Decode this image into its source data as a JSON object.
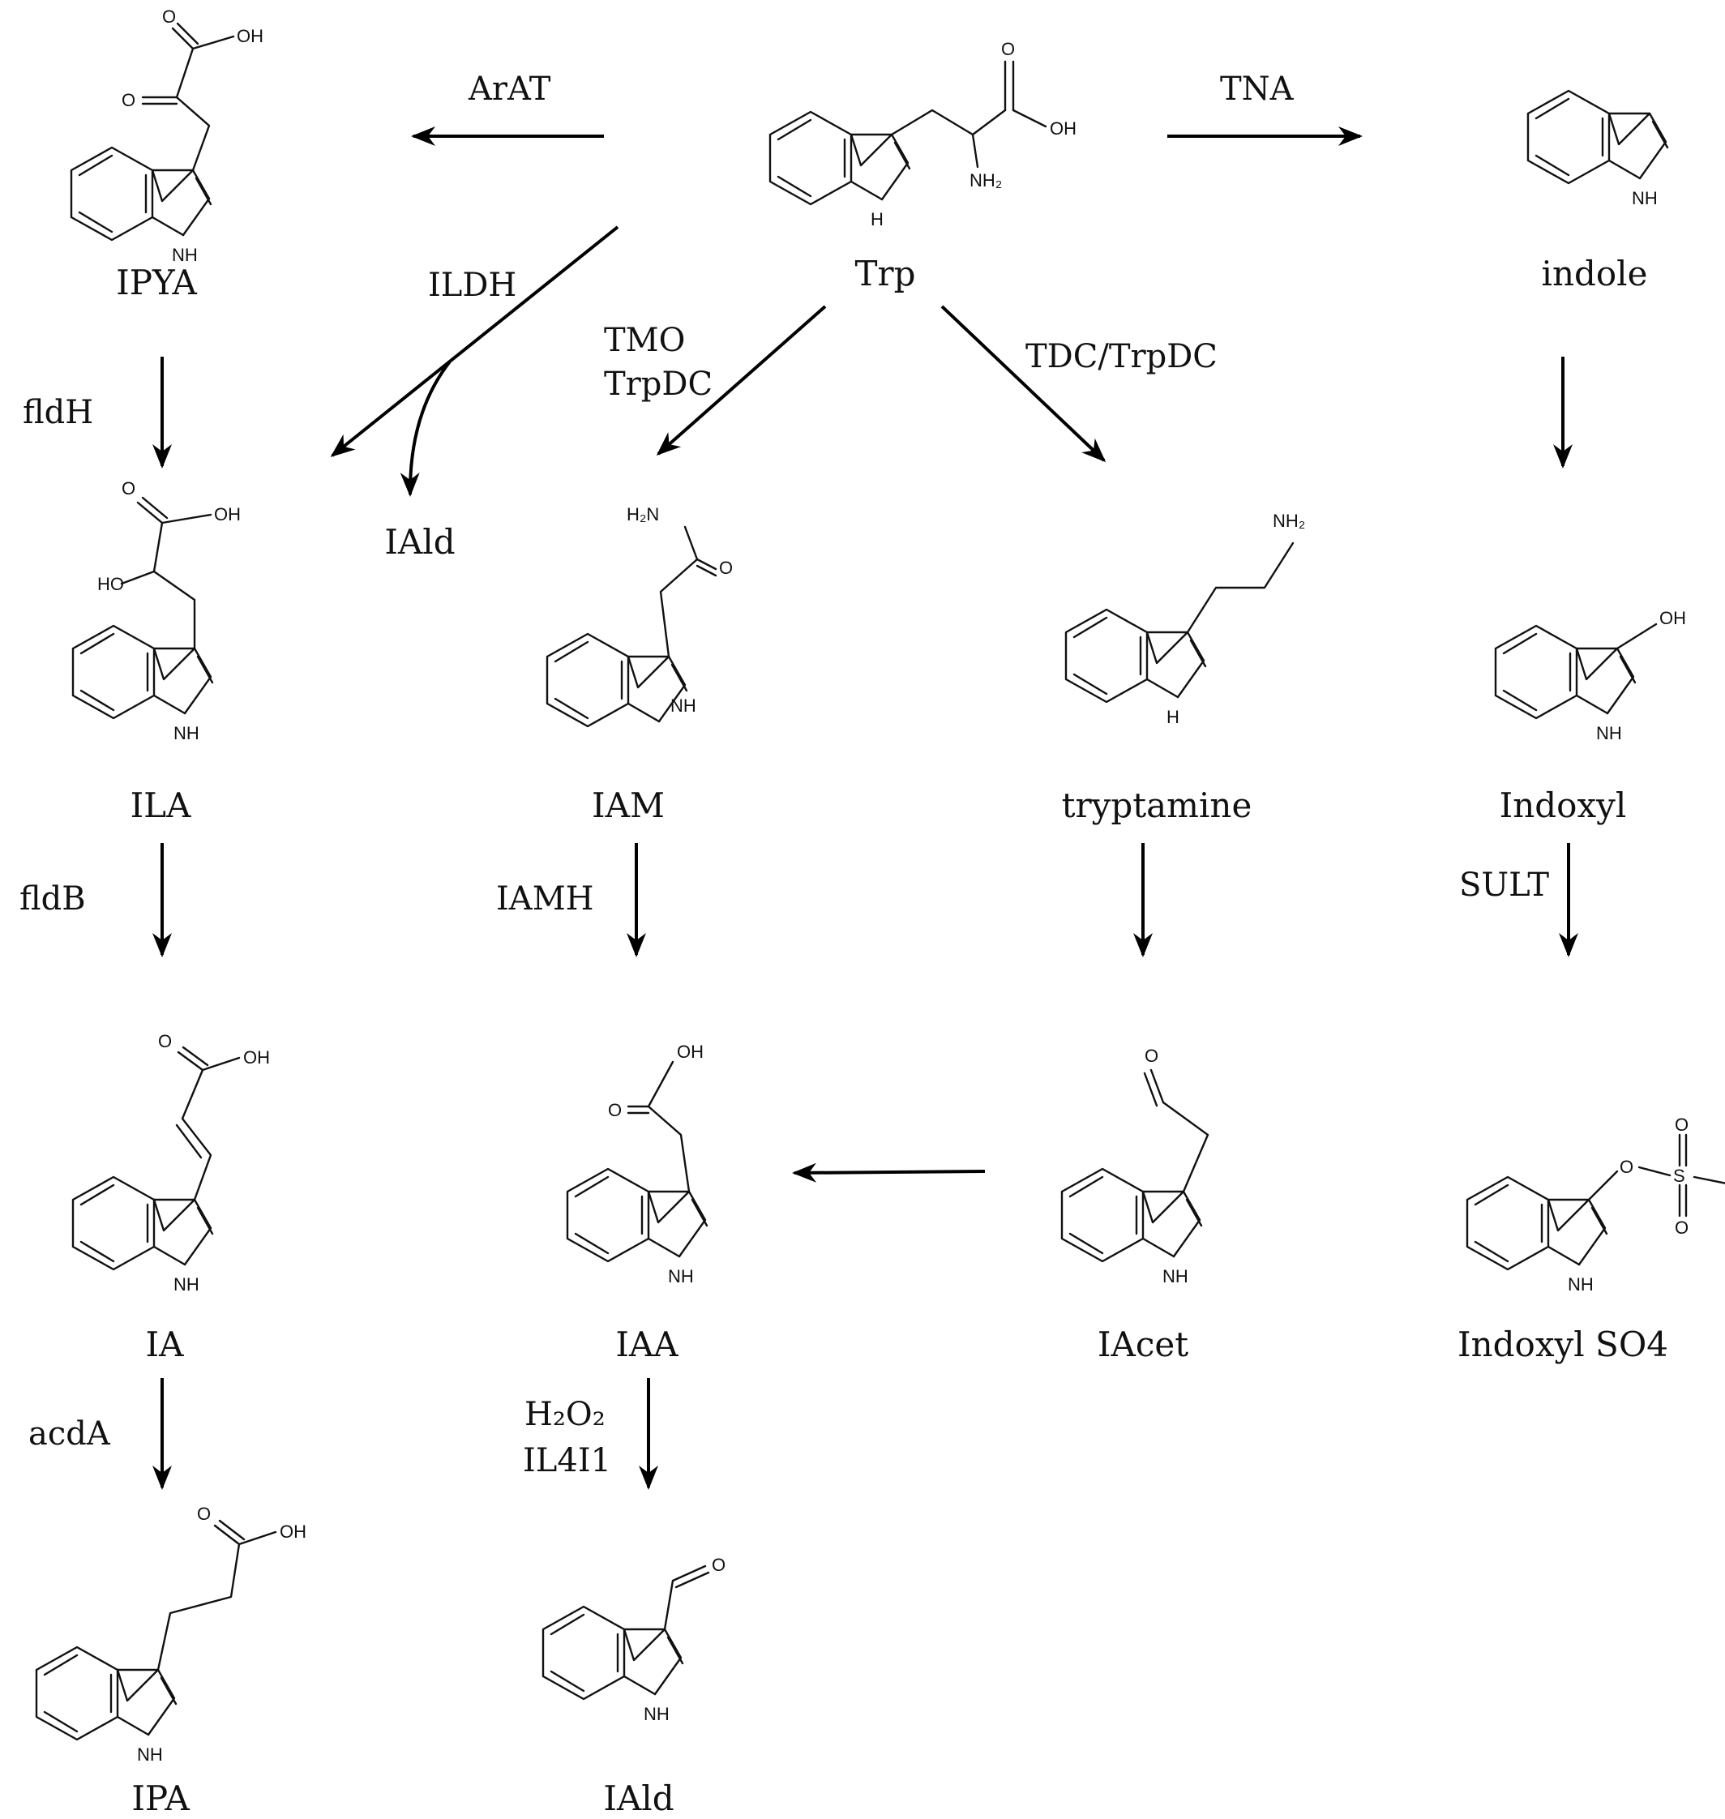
{
  "compounds": {
    "trp": "Trp",
    "ipya": "IPYA",
    "indole": "indole",
    "ila": "ILA",
    "iald_top": "IAld",
    "iam": "IAM",
    "tryptamine": "tryptamine",
    "indoxyl": "Indoxyl",
    "ia": "IA",
    "iaa": "IAA",
    "iacet": "IAcet",
    "indoxyl_so4": "Indoxyl SO4",
    "ipa": "IPA",
    "iald_bottom": "IAld"
  },
  "enzymes": {
    "arat": "ArAT",
    "tna": "TNA",
    "ildh": "ILDH",
    "tmo": "TMO",
    "trpdc": "TrpDC",
    "tdc": "TDC/TrpDC",
    "fldh": "fldH",
    "fldb": "fldB",
    "iamh": "IAMH",
    "sult": "SULT",
    "acda": "acdA",
    "h2o2": "H₂O₂",
    "il4i1": "IL4I1"
  },
  "atoms": {
    "oh": "OH",
    "o": "O",
    "h": "H",
    "nh": "NH",
    "nh2": "NH₂",
    "h2n": "H₂N",
    "ho": "HO",
    "s": "S"
  },
  "colors": {
    "ink": "#111111",
    "background": "#ffffff"
  }
}
